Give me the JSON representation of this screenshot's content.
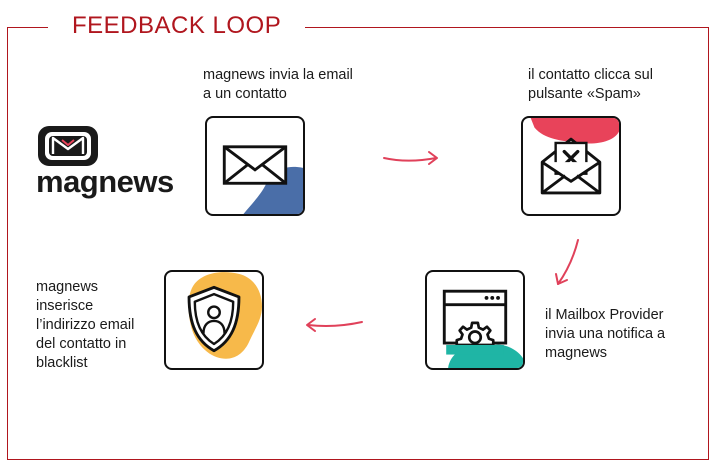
{
  "title": "FEEDBACK LOOP",
  "logo": {
    "name": "magnews",
    "icon": "magnews-logo-icon"
  },
  "colors": {
    "frame": "#b0161e",
    "arrow": "#e0415a",
    "blue": "#4a6ea8",
    "pink": "#e8435a",
    "teal": "#1fb5a5",
    "yellow": "#f7b94a"
  },
  "steps": [
    {
      "text": "magnews invia la email\na un contatto",
      "icon": "envelope-icon"
    },
    {
      "text": "il contatto clicca sul\npulsante «Spam»",
      "icon": "envelope-spam-icon"
    },
    {
      "text": "il Mailbox  Provider\ninvia una notifica a\nmagnews",
      "icon": "browser-gear-icon"
    },
    {
      "text": "magnews\ninserisce\nl’indirizzo email\ndel contatto in\nblacklist",
      "icon": "shield-user-icon"
    }
  ]
}
